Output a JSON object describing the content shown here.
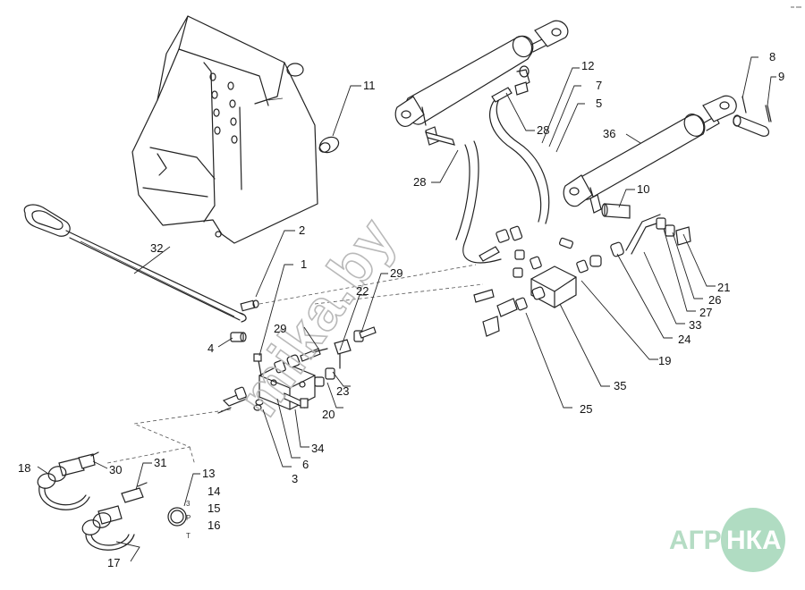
{
  "diagram": {
    "callouts": [
      "1",
      "2",
      "3",
      "4",
      "5",
      "6",
      "7",
      "8",
      "9",
      "10",
      "11",
      "12",
      "13",
      "14",
      "15",
      "16",
      "17",
      "18",
      "19",
      "20",
      "21",
      "22",
      "23",
      "24",
      "25",
      "26",
      "27",
      "28",
      "28",
      "29",
      "29",
      "30",
      "31",
      "32",
      "33",
      "34",
      "35",
      "36"
    ],
    "small_marks": [
      "3",
      "P",
      "T"
    ]
  },
  "watermark": {
    "text": "mika.by"
  },
  "logo": {
    "left": "АГРО",
    "right": "НКА",
    "color": "#5fb383"
  }
}
